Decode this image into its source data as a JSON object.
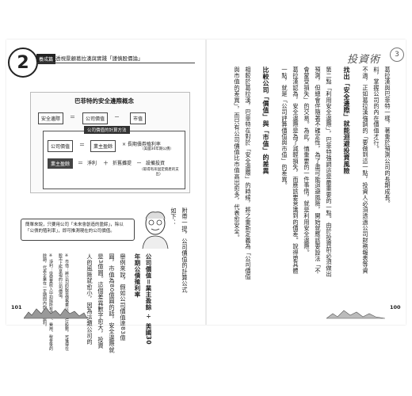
{
  "left_page": {
    "chapter_number": "2",
    "chapter_label": "養成篇",
    "chapter_title": "透視景顧葛拉漢與實踐「謹慎股價論」",
    "box_title": "巴菲特的安全邊際概念",
    "diagram": {
      "row1": [
        "安全邊際",
        "公司價值",
        "市值"
      ],
      "minus": "－",
      "equals": "＝",
      "method_label": "公司價值的計算方法",
      "value_label": "公司價值",
      "core_profit": "業主盈餘",
      "multiplier": "× 長期債券殖利率",
      "multiplier_note": "（美國30年期公債）",
      "row3": [
        "業主盈餘",
        "淨利",
        "折舊攤提",
        "設備投資"
      ],
      "plus": "＋",
      "minus_sign": "－",
      "equipment_note": "（取得有形固定資產的支出）"
    },
    "bubble": "簡單來說，只要用公司「未來會創造的盈餘」，除以「公債的殖利率」，即可推測現在的公司價值。",
    "columns": [
      "如下：",
      "附帶一提，公司價值的計算公式",
      "公司價值＝業主盈餘 ÷ 美國30",
      "年期公債殖利率",
      "舉例來說，假如公司價值達83億",
      "圓，市值為80億圓的話，安全邊際就",
      "是3億圓。這個差異數字愈大，投資",
      "人的風險就愈小，因為這類公司的"
    ],
    "footnotes": [
      "※ 市值：將公司的股票價格乘以已發行股數，可獲得在",
      "股市上所呈現的公司價值。",
      "※ 淨利：從營業收入中扣除所有成本、費用、稅金後的",
      "餘額，代表企業在一定期間內的最終盈利。"
    ],
    "page_number": "101"
  },
  "right_page": {
    "deco_title": "投資術",
    "deco_number": "3",
    "columns": [
      "葛拉漢與巴菲特一樣，著重於預測公司的長期成長。",
      "料，掌握公司的內在價值才行。",
      "不過，正如葛拉漢強調的「要做到這一點，投資人必須透過公司財務報表等資",
      "第二點「利用安全邊際」，巴菲特強調這是最重要的一點。由於投資前必須做出",
      "預測，但總會伴隨著不確定性，為了盡可能迴避風險，開始就應該要設法「不",
      "會蒙受損失」的交易。為此，慎重要的一件事情，就是利用安全邊際。",
      "葛拉漢認為，安全邊際是為了減輕損失，而應該要意識到的價差。說得更具體",
      "一點，就是「公司評算價值與市值」的差異。",
      "相較於葛拉漢，巴菲特在對於「安全邊際」的時候，將之重新定義為「公司價值",
      "與市值的差異」，而只有公司價值比市值高出愈多，代表愈安全。"
    ],
    "headings": [
      "找出「安全邊際」就能迴避投資風險",
      "比較公司「價值」與「市值」的差異"
    ],
    "page_number": "100"
  }
}
